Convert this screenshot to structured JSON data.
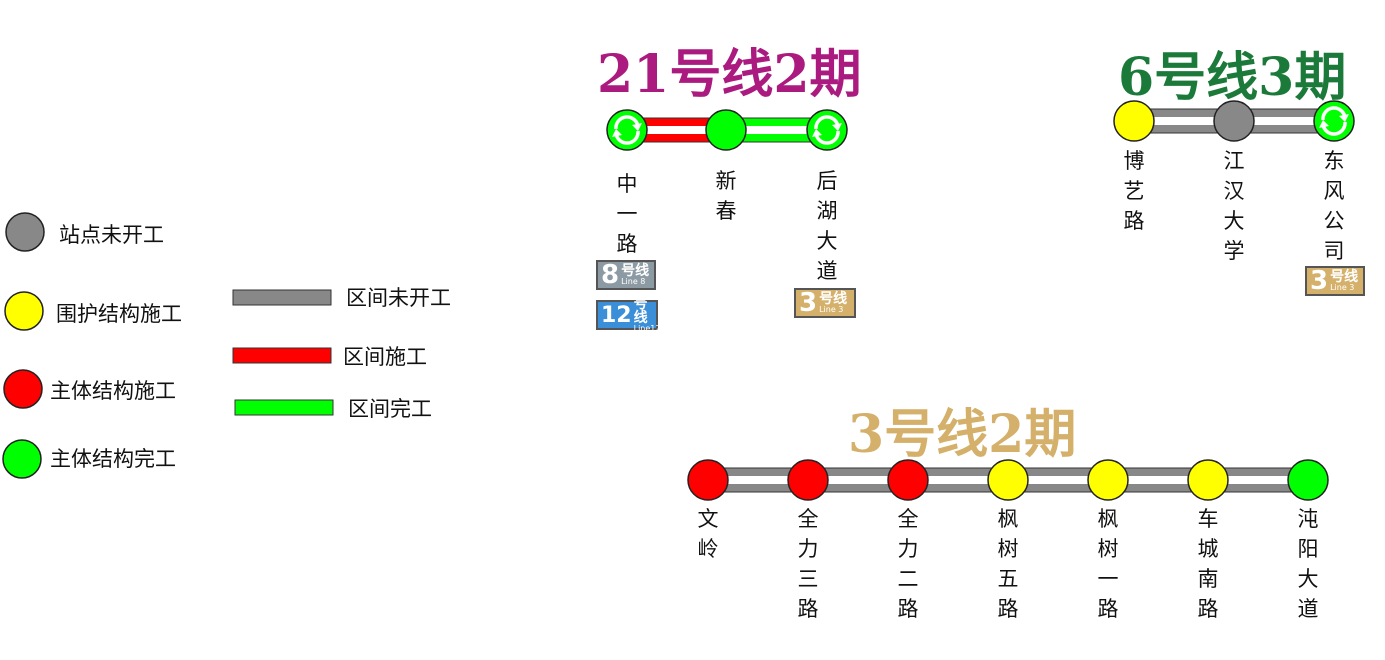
{
  "legend": {
    "stations": [
      {
        "label": "站点未开工",
        "color": "#888888"
      },
      {
        "label": "围护结构施工",
        "color": "#ffff00"
      },
      {
        "label": "主体结构施工",
        "color": "#ff0000"
      },
      {
        "label": "主体结构完工",
        "color": "#00ff00"
      }
    ],
    "sections": [
      {
        "label": "区间未开工",
        "color": "#888888"
      },
      {
        "label": "区间施工",
        "color": "#ff0000"
      },
      {
        "label": "区间完工",
        "color": "#00ff00"
      }
    ]
  },
  "lines": [
    {
      "title": "21号线2期",
      "title_color": "#aa1a7f",
      "stations": [
        {
          "name": "中\n一\n路",
          "status_color": "#00ff00",
          "transfer": true
        },
        {
          "name": "新\n春",
          "status_color": "#00ff00",
          "transfer": false
        },
        {
          "name": "后\n湖\n大\n道",
          "status_color": "#00ff00",
          "transfer": true
        }
      ],
      "sections": [
        "#ff0000",
        "#00ff00"
      ],
      "badges": [
        {
          "station": 0,
          "num": "8",
          "cn": "号线",
          "en": "Line 8",
          "color": "#8c9aa3"
        },
        {
          "station": 0,
          "num": "12",
          "cn": "号线",
          "en": "Line12",
          "color": "#3a8fd8"
        },
        {
          "station": 2,
          "num": "3",
          "cn": "号线",
          "en": "Line 3",
          "color": "#d4b06a"
        }
      ]
    },
    {
      "title": "6号线3期",
      "title_color": "#1b7a3a",
      "stations": [
        {
          "name": "博\n艺\n路",
          "status_color": "#ffff00",
          "transfer": false
        },
        {
          "name": "江\n汉\n大\n学",
          "status_color": "#888888",
          "transfer": false
        },
        {
          "name": "东\n风\n公\n司",
          "status_color": "#00ff00",
          "transfer": true
        }
      ],
      "sections": [
        "#888888",
        "#888888"
      ],
      "badges": [
        {
          "station": 2,
          "num": "3",
          "cn": "号线",
          "en": "Line 3",
          "color": "#d4b06a"
        }
      ]
    },
    {
      "title": "3号线2期",
      "title_color": "#d4b06a",
      "stations": [
        {
          "name": "文\n岭",
          "status_color": "#ff0000",
          "transfer": false
        },
        {
          "name": "全\n力\n三\n路",
          "status_color": "#ff0000",
          "transfer": false
        },
        {
          "name": "全\n力\n二\n路",
          "status_color": "#ff0000",
          "transfer": false
        },
        {
          "name": "枫\n树\n五\n路",
          "status_color": "#ffff00",
          "transfer": false
        },
        {
          "name": "枫\n树\n一\n路",
          "status_color": "#ffff00",
          "transfer": false
        },
        {
          "name": "车\n城\n南\n路",
          "status_color": "#ffff00",
          "transfer": false
        },
        {
          "name": "沌\n阳\n大\n道",
          "status_color": "#00ff00",
          "transfer": false
        }
      ],
      "sections": [
        "#888888",
        "#888888",
        "#888888",
        "#888888",
        "#888888",
        "#888888"
      ],
      "badges": []
    }
  ]
}
